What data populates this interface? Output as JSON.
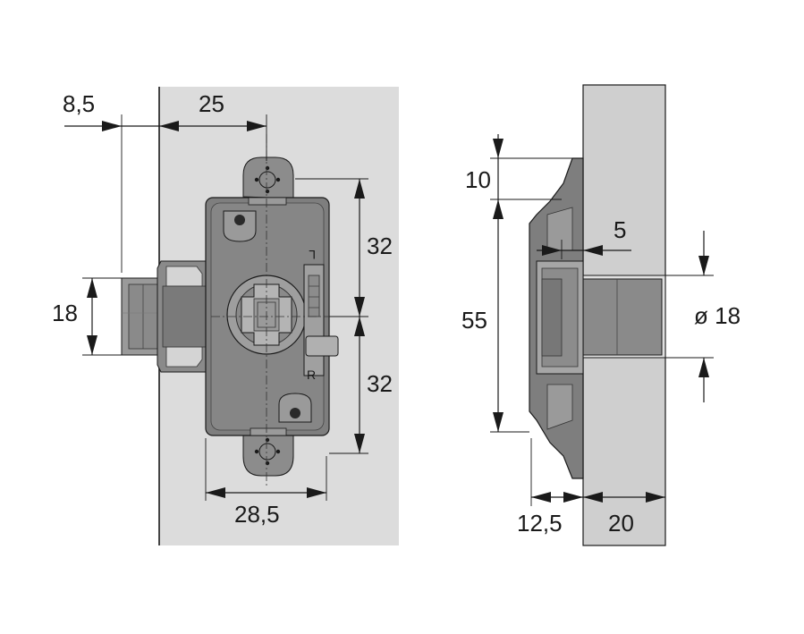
{
  "drawing": {
    "front_view": {
      "dim_offset": "8,5",
      "dim_backset": "25",
      "dim_upper_pitch": "32",
      "dim_lower_pitch": "32",
      "dim_bolt_height": "18",
      "dim_body_width": "28,5",
      "mark_left": "L",
      "mark_right": "R"
    },
    "side_view": {
      "dim_flange_height": "10",
      "dim_body_height": "55",
      "dim_flange_step": "5",
      "dim_bore_diameter": "ø 18",
      "dim_projection": "12,5",
      "dim_panel_thickness": "20"
    },
    "colors": {
      "panel": "#dcdcdc",
      "lock_body": "#7c7c7c",
      "lock_dark": "#5e5e5e",
      "lock_light": "#a8a8a8",
      "outline": "#1a1a1a"
    }
  }
}
